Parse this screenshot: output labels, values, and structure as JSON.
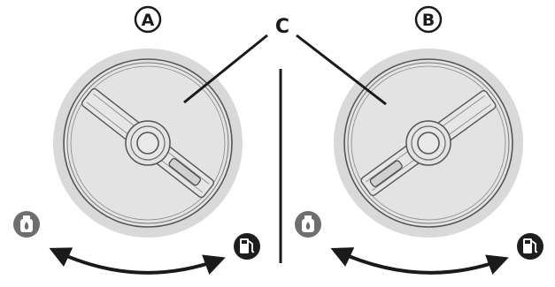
{
  "figure": {
    "panel_a": {
      "letter": "A"
    },
    "panel_b": {
      "letter": "B"
    },
    "callout": {
      "letter": "C"
    }
  },
  "icons": {
    "left": "gas-cylinder-icon",
    "right": "fuel-pump-icon"
  },
  "colors": {
    "knob_ring": "#d9d9d9",
    "knob_face": "#e3e3e3",
    "line": "#1a1a1a",
    "icon_fill_light": "#6e6e6e",
    "icon_fill_dark": "#1e1e1e"
  }
}
